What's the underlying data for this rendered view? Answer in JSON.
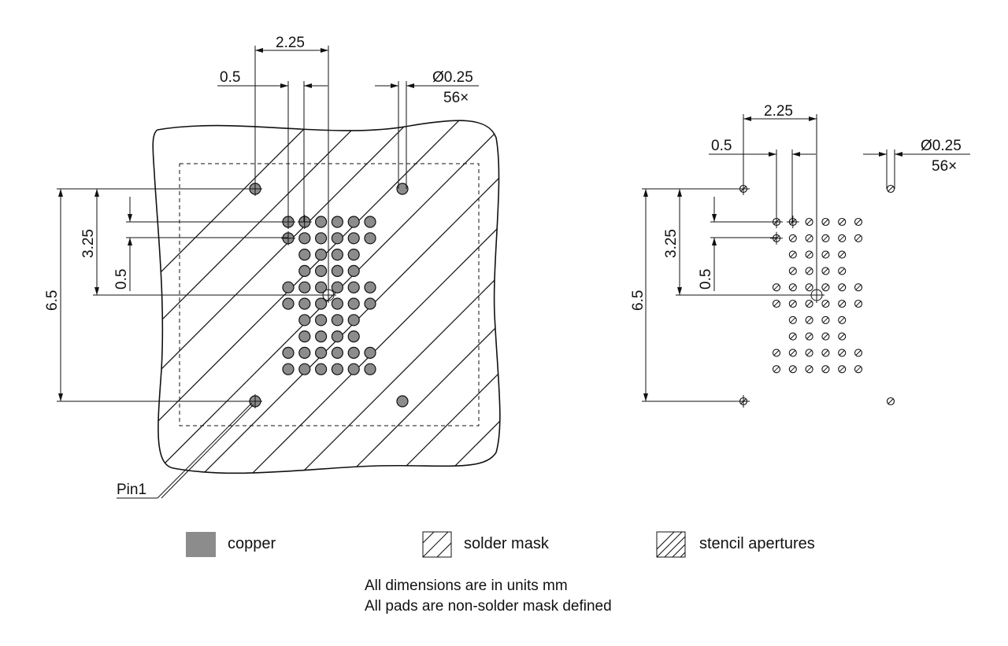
{
  "left_view": {
    "dim_pitch_x": "2.25",
    "dim_pitch_small": "0.5",
    "dim_diameter": "Ø0.25",
    "dim_count": "56×",
    "dim_height_total": "6.5",
    "dim_height_half": "3.25",
    "dim_row_pitch": "0.5",
    "pin1_label": "Pin1"
  },
  "right_view": {
    "dim_pitch_x": "2.25",
    "dim_pitch_small": "0.5",
    "dim_diameter": "Ø0.25",
    "dim_count": "56×",
    "dim_height_total": "6.5",
    "dim_height_half": "3.25",
    "dim_row_pitch": "0.5"
  },
  "legend": {
    "copper": "copper",
    "solder_mask": "solder mask",
    "stencil": "stencil apertures"
  },
  "notes": {
    "line1": "All dimensions are in units mm",
    "line2": "All pads are non-solder mask defined"
  },
  "colors": {
    "copper": "#8c8c8c",
    "line": "#111111"
  },
  "pad_rows": [
    6,
    6,
    4,
    4,
    6,
    6,
    4,
    4,
    6,
    6
  ]
}
